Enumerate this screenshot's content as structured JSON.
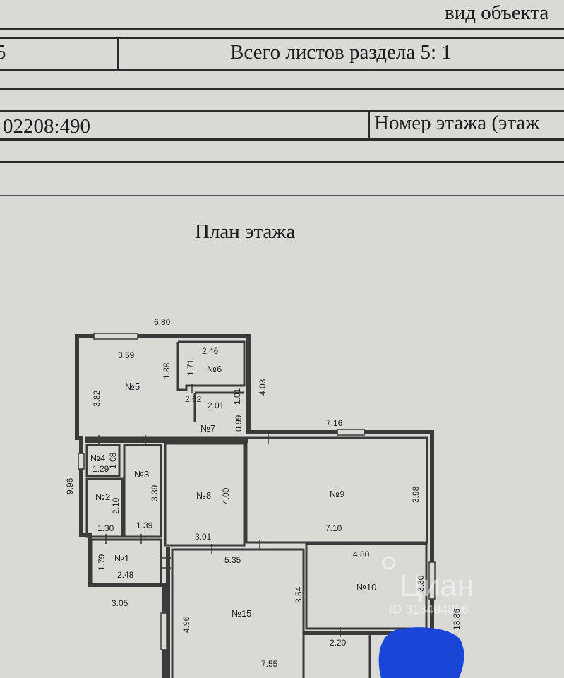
{
  "header": {
    "object_type_fragment": "вид объекта",
    "section_number_fragment": "5",
    "total_sheets": "Всего листов раздела 5: 1",
    "cadastral_fragment": "02208:490",
    "floor_number_fragment": "Номер этажа (этаж"
  },
  "plan": {
    "title": "План этажа",
    "rooms": [
      "№1",
      "№2",
      "№3",
      "№4",
      "№5",
      "№6",
      "№7",
      "№8",
      "№9",
      "№10",
      "№15"
    ],
    "dimensions": [
      "6.80",
      "3.59",
      "1.88",
      "2.46",
      "1.71",
      "3.82",
      "2.62",
      "2.01",
      "1.01",
      "4.03",
      "0.99",
      "7.16",
      "1.29",
      "1.08",
      "9.96",
      "2.10",
      "3.39",
      "4.00",
      "3.98",
      "1.30",
      "1.39",
      "7.10",
      "3.01",
      "1.79",
      "2.48",
      "5.35",
      "4.80",
      "3.54",
      "3.30",
      "3.05",
      "13.86",
      "4.96",
      "2.20",
      "7.55"
    ]
  },
  "watermark": {
    "brand": "Циан",
    "id": "ID 313404856"
  },
  "colors": {
    "paper": "#d9d9d6",
    "ink": "#1c1c1c",
    "redaction": "#1946d6"
  }
}
